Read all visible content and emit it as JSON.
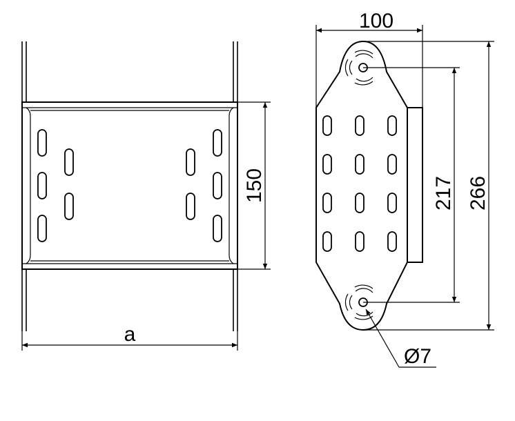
{
  "labels": {
    "width_a": "a",
    "height_150": "150",
    "width_100": "100",
    "height_217": "217",
    "height_266": "266",
    "hole_diameter": "Ø7"
  }
}
